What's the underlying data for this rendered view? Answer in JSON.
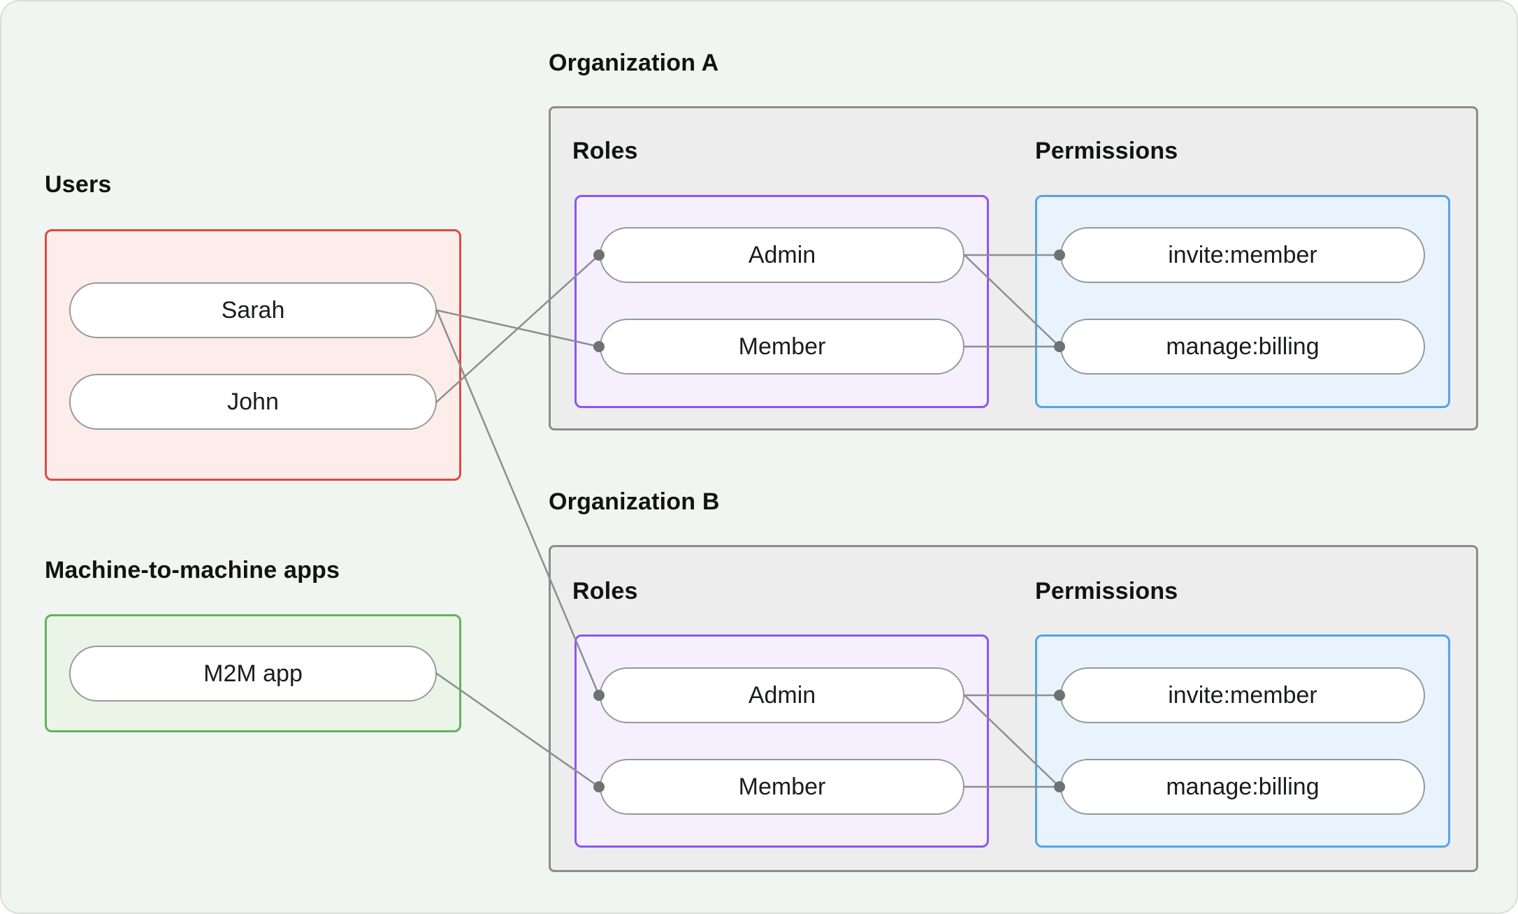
{
  "colors": {
    "canvas_bg": "#f1f5f1",
    "canvas_border": "#dadeda",
    "users_border": "#dc4b40",
    "users_fill": "#fcedea",
    "m2m_border": "#62b25d",
    "m2m_fill": "#eaf5e8",
    "org_border": "#8b8d8c",
    "org_fill": "#ededed",
    "roles_border": "#8c55f2",
    "roles_fill": "#f5effe",
    "permissions_border": "#55a3ea",
    "permissions_fill": "#e9f3fd",
    "pill_border": "#949a99",
    "connector": "#8b8f8e",
    "dot": "#6e7270",
    "text": "#111312"
  },
  "users": {
    "label": "Users",
    "items": [
      "Sarah",
      "John"
    ]
  },
  "m2m": {
    "label": "Machine-to-machine apps",
    "items": [
      "M2M app"
    ]
  },
  "organizations": [
    {
      "label": "Organization A",
      "roles_label": "Roles",
      "roles": [
        "Admin",
        "Member"
      ],
      "permissions_label": "Permissions",
      "permissions": [
        "invite:member",
        "manage:billing"
      ]
    },
    {
      "label": "Organization B",
      "roles_label": "Roles",
      "roles": [
        "Admin",
        "Member"
      ],
      "permissions_label": "Permissions",
      "permissions": [
        "invite:member",
        "manage:billing"
      ]
    }
  ],
  "connections": [
    {
      "from": "user-sarah",
      "to": "orgA-role-member"
    },
    {
      "from": "user-john",
      "to": "orgA-role-admin"
    },
    {
      "from": "user-sarah",
      "to": "orgB-role-admin"
    },
    {
      "from": "app-m2m",
      "to": "orgB-role-member"
    },
    {
      "from": "orgA-role-admin",
      "to": "orgA-perm-invite-member"
    },
    {
      "from": "orgA-role-admin",
      "to": "orgA-perm-manage-billing"
    },
    {
      "from": "orgA-role-member",
      "to": "orgA-perm-manage-billing"
    },
    {
      "from": "orgB-role-admin",
      "to": "orgB-perm-invite-member"
    },
    {
      "from": "orgB-role-admin",
      "to": "orgB-perm-manage-billing"
    },
    {
      "from": "orgB-role-member",
      "to": "orgB-perm-manage-billing"
    }
  ]
}
